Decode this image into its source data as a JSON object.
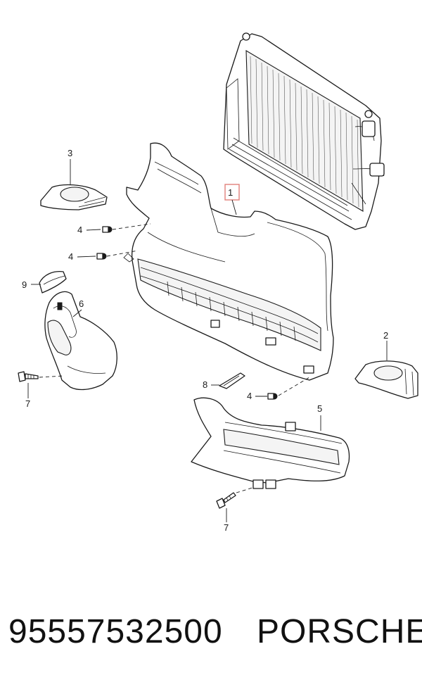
{
  "callouts": {
    "c1": "1",
    "c2": "2",
    "c3": "3",
    "c4a": "4",
    "c4b": "4",
    "c4c": "4",
    "c5": "5",
    "c6": "6",
    "c7a": "7",
    "c7b": "7",
    "c8": "8",
    "c9": "9"
  },
  "highlight_color": "#e0807a",
  "caption": {
    "part_number": "95557532500",
    "brand": "PORSCHE"
  }
}
